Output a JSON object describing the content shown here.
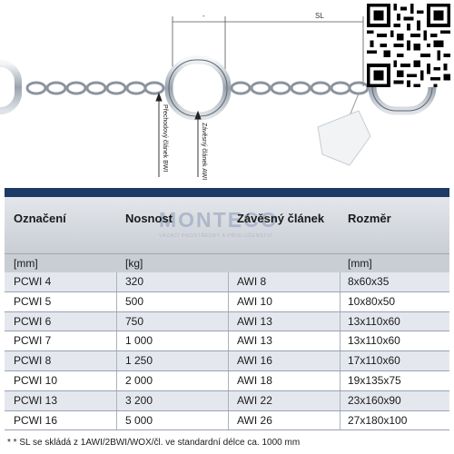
{
  "diagram": {
    "dim_marker": "-",
    "dim_sl": "SL",
    "callout_bwi": "Přechodový článek BWI",
    "callout_awi": "Závěsný článek AWI"
  },
  "watermark": {
    "brand": "MONTECO",
    "tagline": "VÁZACÍ PROSTŘEDKY A PŘÍSLUŠENSTVÍ"
  },
  "table": {
    "headers": [
      "Označení",
      "Nosnost",
      "Závěsný článek",
      "Rozměr"
    ],
    "units": [
      "[mm]",
      "[kg]",
      "",
      "[mm]"
    ],
    "rows": [
      [
        "PCWI 4",
        "320",
        "AWI 8",
        "8x60x35"
      ],
      [
        "PCWI 5",
        "500",
        "AWI 10",
        "10x80x50"
      ],
      [
        "PCWI 6",
        "750",
        "AWI 13",
        "13x110x60"
      ],
      [
        "PCWI 7",
        "1 000",
        "AWI 13",
        "13x110x60"
      ],
      [
        "PCWI 8",
        "1 250",
        "AWI 16",
        "17x110x60"
      ],
      [
        "PCWI 10",
        "2 000",
        "AWI 18",
        "19x135x75"
      ],
      [
        "PCWI 13",
        "3 200",
        "AWI 22",
        "23x160x90"
      ],
      [
        "PCWI 16",
        "5 000",
        "AWI 26",
        "27x180x100"
      ]
    ]
  },
  "footnote": "* * SL se skládá z 1AWI/2BWI/WOX/čl. ve standardní délce ca. 1000 mm"
}
